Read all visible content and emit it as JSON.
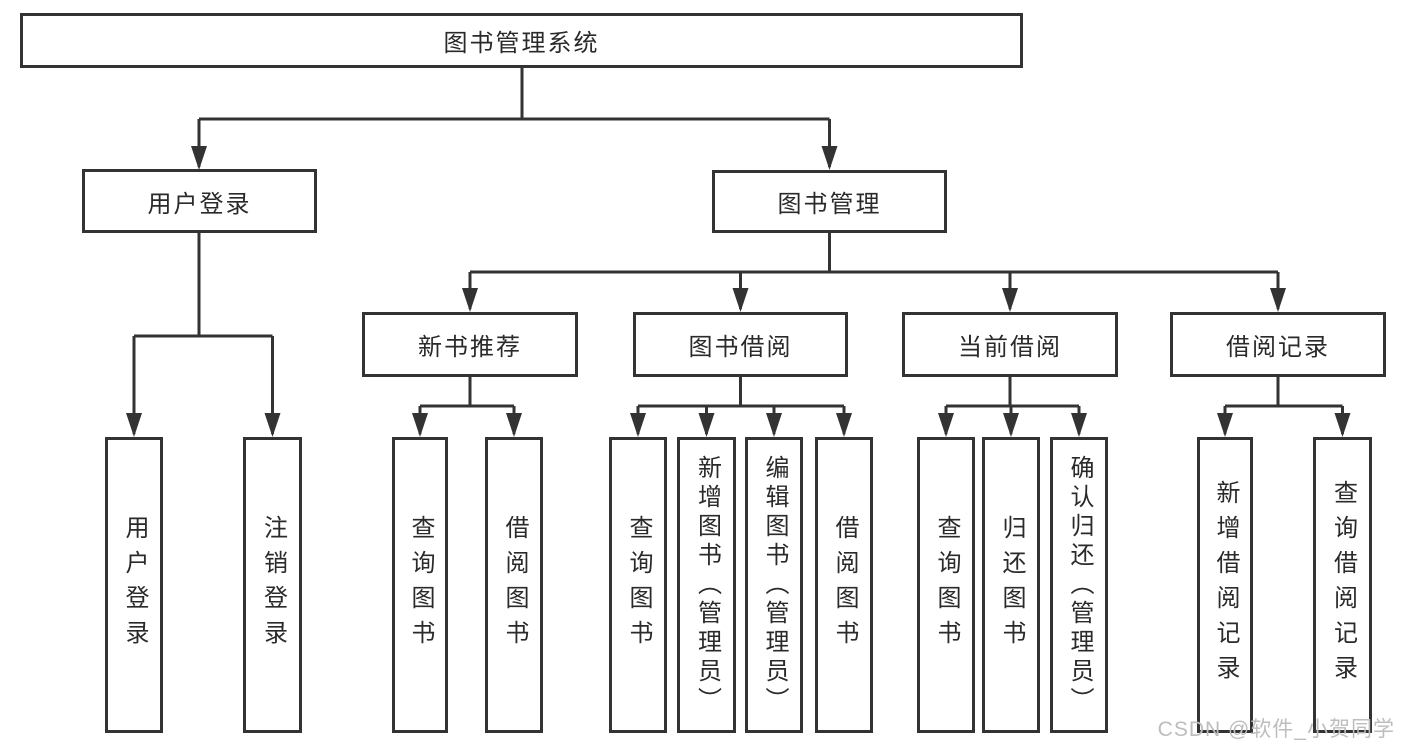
{
  "colors": {
    "line": "#333333",
    "text": "#2a2a2a",
    "box-bg": "#ffffff",
    "background": "#ffffff",
    "watermark": "#bdbdbd"
  },
  "watermark": {
    "text": "CSDN @软件_小贺同学"
  },
  "tree": {
    "label": "图书管理系统",
    "children": [
      {
        "label": "用户登录",
        "children": [
          {
            "label": "用户登录"
          },
          {
            "label": "注销登录"
          }
        ]
      },
      {
        "label": "图书管理",
        "children": [
          {
            "label": "新书推荐",
            "children": [
              {
                "label": "查询图书"
              },
              {
                "label": "借阅图书"
              }
            ]
          },
          {
            "label": "图书借阅",
            "children": [
              {
                "label": "查询图书"
              },
              {
                "label": "新增图书（管理员）"
              },
              {
                "label": "编辑图书（管理员）"
              },
              {
                "label": "借阅图书"
              }
            ]
          },
          {
            "label": "当前借阅",
            "children": [
              {
                "label": "查询图书"
              },
              {
                "label": "归还图书"
              },
              {
                "label": "确认归还（管理员）"
              }
            ]
          },
          {
            "label": "借阅记录",
            "children": [
              {
                "label": "新增借阅记录"
              },
              {
                "label": "查询借阅记录"
              }
            ]
          }
        ]
      }
    ]
  }
}
